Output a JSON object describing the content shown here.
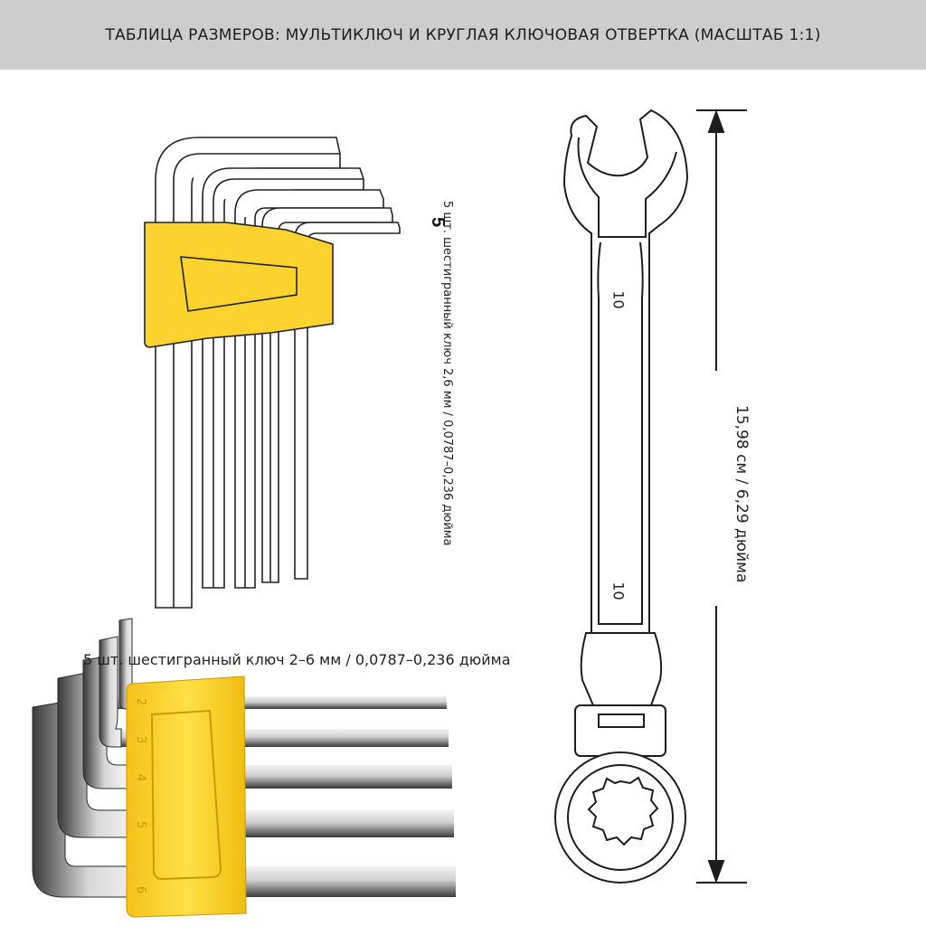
{
  "header": {
    "title": "ТАБЛИЦА РАЗМЕРОВ: МУЛЬТИКЛЮЧ И КРУГЛАЯ КЛЮЧОВАЯ ОТВЕРТКА (МАСШТАБ 1:1)"
  },
  "hex_key_set": {
    "vertical_caption": "5 шт. шестигранный ключ 2,6 мм / 0,0787–0,236 дюйма",
    "badge": "5",
    "bottom_caption": "5 шт. шестигранный ключ 2–6 мм / 0,0787–0,236 дюйма",
    "holder_color": "#fcd22e",
    "size_marks": [
      "2",
      "3",
      "4",
      "5",
      "6"
    ]
  },
  "ratchet_wrench": {
    "size_label_top": "10",
    "size_label_bottom": "10",
    "length_label": "15,98 см / 6,29 дюйма"
  }
}
